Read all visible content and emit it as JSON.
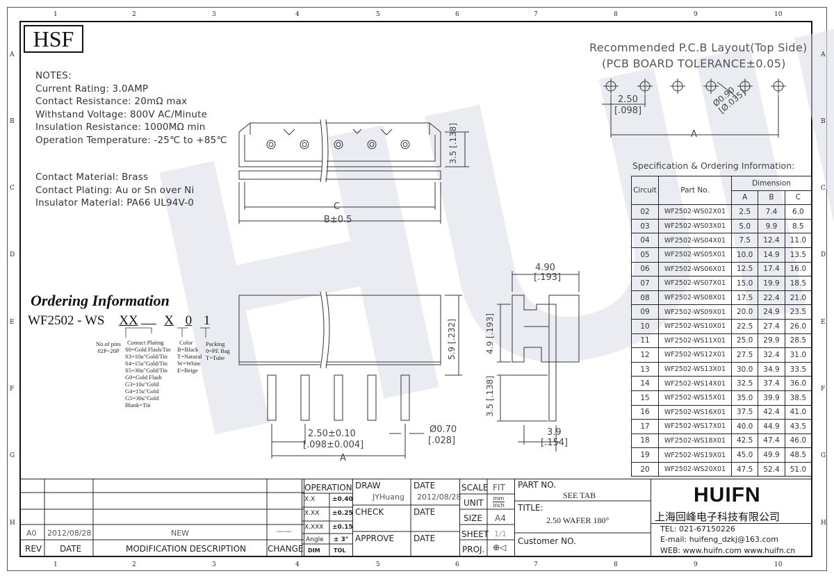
{
  "logo": "HSF",
  "watermark": "HUIFN",
  "grid": {
    "cols": [
      "1",
      "2",
      "3",
      "4",
      "5",
      "6",
      "7",
      "8",
      "9",
      "10"
    ],
    "rows": [
      "A",
      "B",
      "C",
      "D",
      "E",
      "F",
      "G",
      "H"
    ]
  },
  "notes": {
    "heading": "NOTES:",
    "lines": [
      "Current Rating: 3.0AMP",
      "Contact Resistance: 20mΩ max",
      "Withstand Voltage: 800V AC/Minute",
      "Insulation Resistance: 1000MΩ min",
      "Operation Temperature: -25℃ to +85℃"
    ],
    "materials": [
      "Contact Material: Brass",
      "Contact Plating: Au or Sn over Ni",
      "Insulator Material: PA66 UL94V-0"
    ]
  },
  "pcb": {
    "title": "Recommended P.C.B Layout(Top Side)",
    "subtitle": "(PCB BOARD TOLERANCE±0.05)",
    "pitch": "2.50",
    "pitch_inch": "[.098]",
    "hole": "Ø0.90",
    "hole_inch": "[Ø.035]",
    "dim_a": "A"
  },
  "top_view": {
    "dim_height": "3.5",
    "dim_height_inch": "[.138]",
    "dim_c": "C",
    "dim_b": "B±0.5"
  },
  "front_view": {
    "dim_height": "5.9",
    "dim_height_inch": "[.232]",
    "pitch": "2.50±0.10",
    "pitch_inch": "[.098±0.004]",
    "pin": "Ø0.70",
    "pin_inch": "[.028]",
    "dim_a": "A"
  },
  "side_view": {
    "width": "4.90",
    "width_inch": "[.193]",
    "body_h": "4.9",
    "body_h_inch": "[.193]",
    "pin_h": "3.5",
    "pin_h_inch": "[.138]",
    "foot": "3.9",
    "foot_inch": "[.154]"
  },
  "ordering": {
    "title": "Ordering Information",
    "code": "WF2502 - WS",
    "xx": "XX",
    "x": "X",
    "d0": "0",
    "d1": "1",
    "pins_label": "No.of pins",
    "pins_range": "02P~20P",
    "plating_label": "Contact Plating",
    "plating": [
      "S0=Gold Flash/Tin",
      "S3=10u\"Gold/Tin",
      "S4=15u\"Gold/Tin",
      "S5=30u\"Gold/Tin",
      "G0=Gold Flash",
      "G3=10u\"Gold",
      "G4=15u\"Gold",
      "G5=30u\"Gold",
      "Blank=Tin"
    ],
    "color_label": "Color",
    "colors": [
      "B=Black",
      "T=Natural",
      "W=White",
      "E=Beige"
    ],
    "packing_label": "Packing",
    "packing": [
      "0=PE Bag",
      "T=Tube"
    ]
  },
  "spec": {
    "title": "Specification & Ordering Information:",
    "headers": {
      "circuit": "Circuit",
      "part": "Part No.",
      "dimension": "Dimension",
      "a": "A",
      "b": "B",
      "c": "C"
    },
    "rows": [
      [
        "02",
        "WF2502-WS02X01",
        "2.5",
        "7.4",
        "6.0"
      ],
      [
        "03",
        "WF2502-WS03X01",
        "5.0",
        "9.9",
        "8.5"
      ],
      [
        "04",
        "WF2502-WS04X01",
        "7.5",
        "12.4",
        "11.0"
      ],
      [
        "05",
        "WF2502-WS05X01",
        "10.0",
        "14.9",
        "13.5"
      ],
      [
        "06",
        "WF2502-WS06X01",
        "12.5",
        "17.4",
        "16.0"
      ],
      [
        "07",
        "WF2502-WS07X01",
        "15.0",
        "19.9",
        "18.5"
      ],
      [
        "08",
        "WF2502-WS08X01",
        "17.5",
        "22.4",
        "21.0"
      ],
      [
        "09",
        "WF2502-WS09X01",
        "20.0",
        "24.9",
        "23.5"
      ],
      [
        "10",
        "WF2502-WS10X01",
        "22.5",
        "27.4",
        "26.0"
      ],
      [
        "11",
        "WF2502-WS11X01",
        "25.0",
        "29.9",
        "28.5"
      ],
      [
        "12",
        "WF2502-WS12X01",
        "27.5",
        "32.4",
        "31.0"
      ],
      [
        "13",
        "WF2502-WS13X01",
        "30.0",
        "34.9",
        "33.5"
      ],
      [
        "14",
        "WF2502-WS14X01",
        "32.5",
        "37.4",
        "36.0"
      ],
      [
        "15",
        "WF2502-WS15X01",
        "35.0",
        "39.9",
        "38.5"
      ],
      [
        "16",
        "WF2502-WS16X01",
        "37.5",
        "42.4",
        "41.0"
      ],
      [
        "17",
        "WF2502-WS17X01",
        "40.0",
        "44.9",
        "43.5"
      ],
      [
        "18",
        "WF2502-WS18X01",
        "42.5",
        "47.4",
        "46.0"
      ],
      [
        "19",
        "WF2502-WS19X01",
        "45.0",
        "49.9",
        "48.5"
      ],
      [
        "20",
        "WF2502-WS20X01",
        "47.5",
        "52.4",
        "51.0"
      ]
    ]
  },
  "title_block": {
    "rev": "A0",
    "rev_date": "2012/08/28",
    "rev_desc": "NEW",
    "rev_change": "——",
    "rev_h": "REV",
    "date_h": "DATE",
    "desc_h": "MODIFICATION DESCRIPTION",
    "change_h": "CHANGE",
    "operation": "OPERATION",
    "tol": [
      [
        "X.X",
        "±0.40"
      ],
      [
        "X.XX",
        "±0.25"
      ],
      [
        "X.XXX",
        "±0.15"
      ],
      [
        "Angle",
        "± 3°"
      ]
    ],
    "dim": "DIM",
    "tol_h": "TOL",
    "draw": "DRAW",
    "drawer": "JYHuang",
    "date": "DATE",
    "draw_date": "2012/08/28",
    "check": "CHECK",
    "approve": "APPROVE",
    "scale": "SCALE",
    "scale_v": "FIT",
    "unit": "UNIT",
    "unit_v1": "mm",
    "unit_v2": "inch",
    "size": "SIZE",
    "size_v": "A4",
    "sheet": "SHEET",
    "sheet_v": "1/1",
    "proj": "PROJ.",
    "proj_v": "⊕◁",
    "part_no": "PART NO.",
    "part_v": "SEE TAB",
    "title": "TITLE:",
    "title_v": "2.50 WAFER 180°",
    "customer": "Customer NO.",
    "company_logo": "HUIFN",
    "company": "上海回峰电子科技有限公司",
    "tel": "TEL: 021-67150226",
    "email": "E-mail: huifeng_dzkj@163.com",
    "web": "WEB: www.huifn.com   www.huifn.cn"
  }
}
